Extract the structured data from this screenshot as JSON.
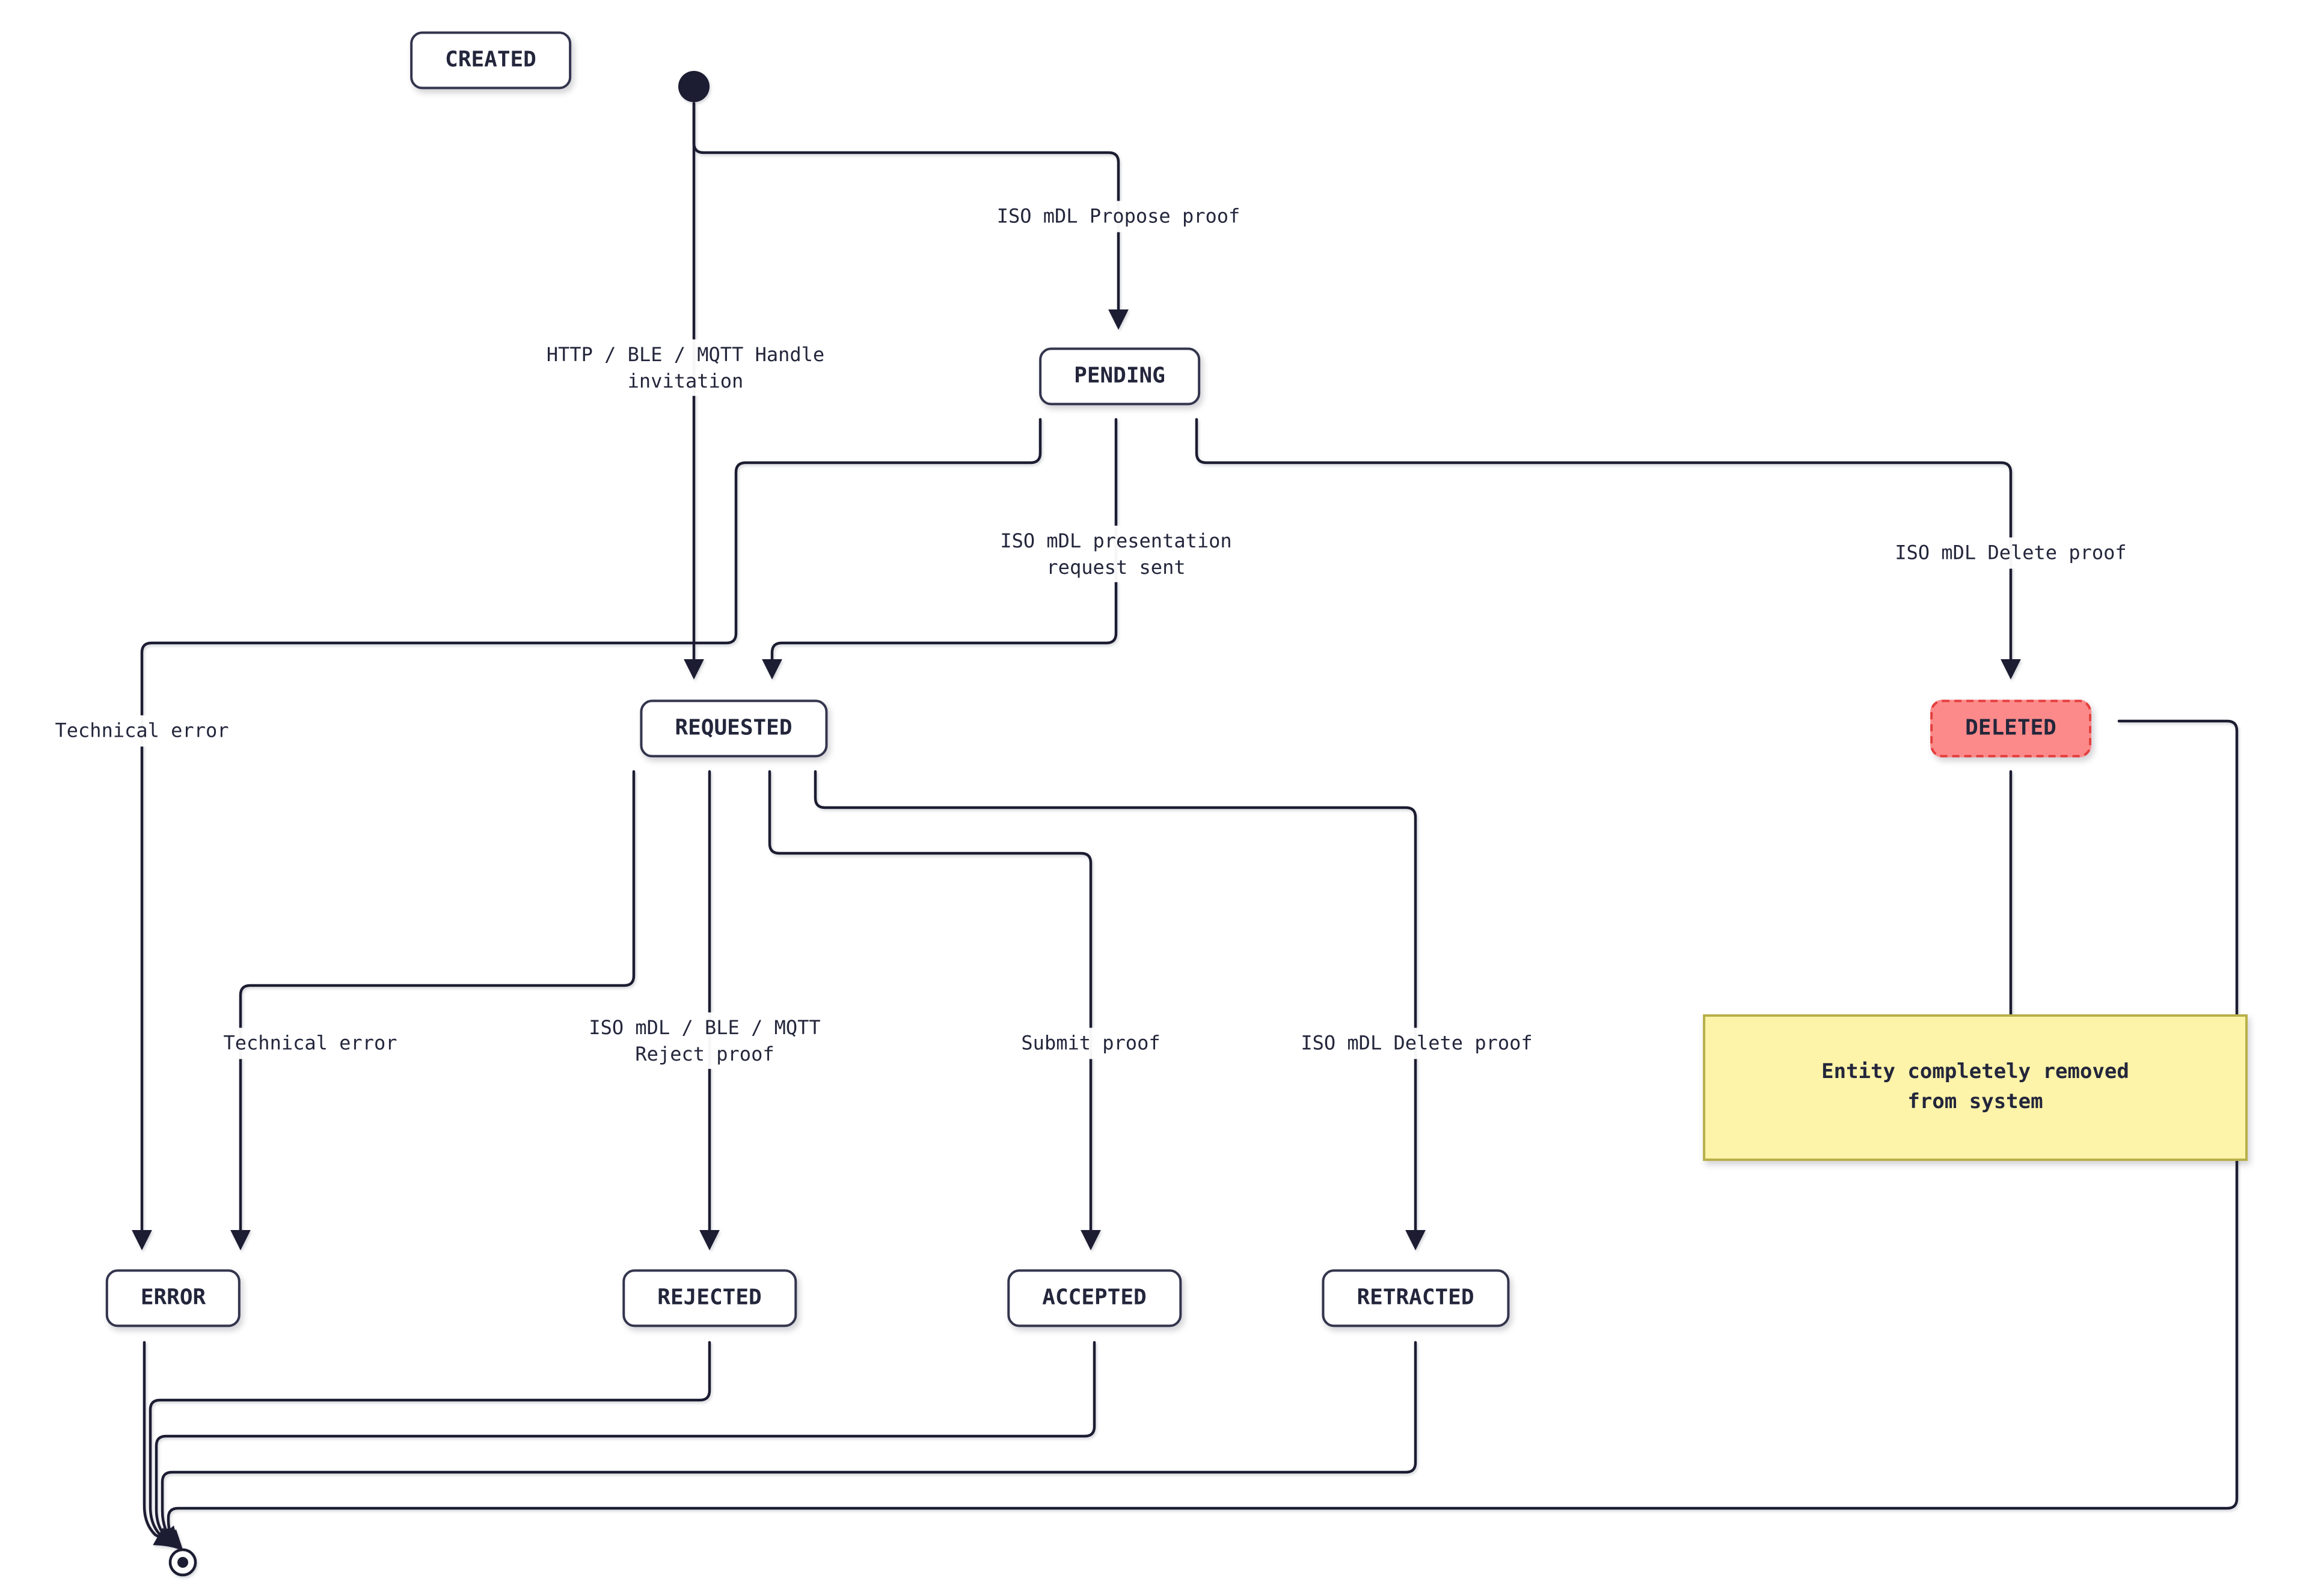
{
  "states": {
    "created": "CREATED",
    "pending": "PENDING",
    "requested": "REQUESTED",
    "deleted": "DELETED",
    "error": "ERROR",
    "rejected": "REJECTED",
    "accepted": "ACCEPTED",
    "retracted": "RETRACTED"
  },
  "edge_labels": {
    "propose_proof": "ISO mDL Propose proof",
    "handle_invitation": "HTTP / BLE / MQTT Handle\ninvitation",
    "presentation_request_sent": "ISO mDL presentation\nrequest sent",
    "delete_proof_pending": "ISO mDL Delete proof",
    "technical_error_pending": "Technical error",
    "technical_error_requested": "Technical error",
    "reject_proof": "ISO mDL / BLE / MQTT\nReject proof",
    "submit_proof": "Submit proof",
    "delete_proof_requested": "ISO mDL Delete proof"
  },
  "note": "Entity completely removed\nfrom system",
  "colors": {
    "line": "#1c1f33",
    "state_fill": "#ffffff",
    "state_border": "#33354d",
    "deleted_fill": "#fc8a8a",
    "deleted_border": "#e53d3d",
    "note_fill": "#fdf3a9",
    "note_border": "#b8b04a"
  }
}
